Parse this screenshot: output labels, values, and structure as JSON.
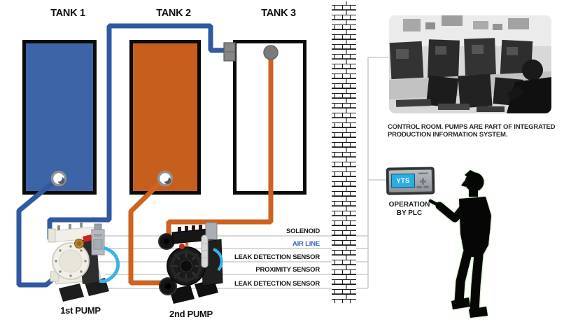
{
  "tanks": [
    {
      "label": "TANK 1",
      "fill": "#3c64a7"
    },
    {
      "label": "TANK 2",
      "fill": "#c65f1e"
    },
    {
      "label": "TANK 3",
      "fill": "#ffffff"
    }
  ],
  "pumps": [
    {
      "label": "1st PUMP"
    },
    {
      "label": "2nd PUMP"
    }
  ],
  "signals": [
    {
      "label": "SOLENOID",
      "color": "#1a1a1a"
    },
    {
      "label": "AIR LINE",
      "color": "#3a6ab8"
    },
    {
      "label": "LEAK DETECTION SENSOR",
      "color": "#1a1a1a"
    },
    {
      "label": "PROXIMITY SENSOR",
      "color": "#1a1a1a"
    },
    {
      "label": "LEAK DETECTION SENSOR",
      "color": "#1a1a1a"
    }
  ],
  "control_room": {
    "caption_line1": "CONTROL ROOM. PUMPS ARE PART OF INTEGRATED",
    "caption_line2": "PRODUCTION INFORMATION SYSTEM."
  },
  "plc": {
    "screen_label": "YTS",
    "caption_line1": "OPERATION",
    "caption_line2": "BY PLC"
  },
  "colors": {
    "pipe_blue": "#30599f",
    "pipe_orange": "#ce6220",
    "air_hose_cyan": "#3fb3e8",
    "signal_line_gray": "#cbcbcb",
    "plc_screen_cyan": "#2aade3"
  }
}
